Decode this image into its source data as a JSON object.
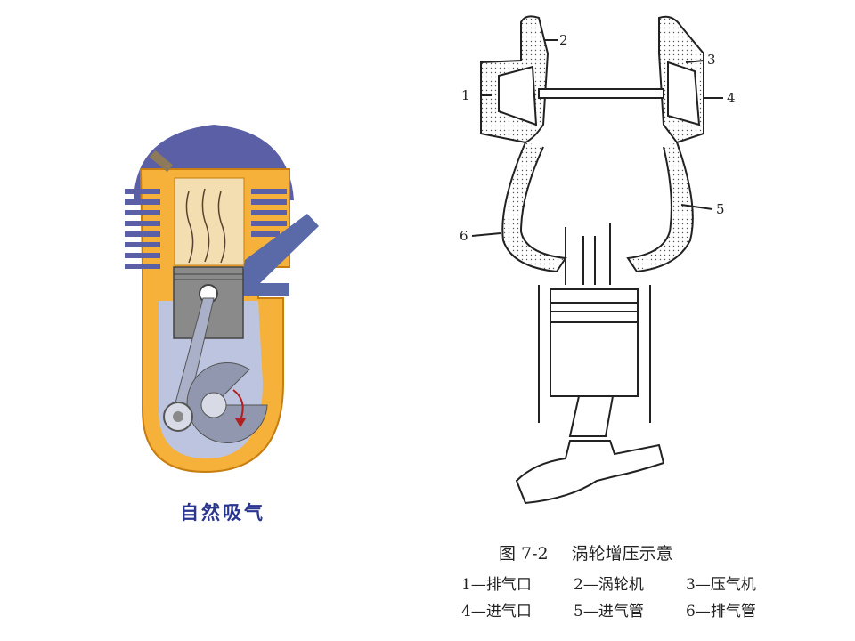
{
  "left": {
    "caption": "自然吸气",
    "colors": {
      "block": "#f5b13a",
      "cylinder_head": "#5b5fa5",
      "intake_pipe": "#5a6aa8",
      "chamber": "#f2deb0",
      "piston": "#8a8a8a",
      "crankcase": "#bcc4df",
      "arrow": "#b02020"
    }
  },
  "right": {
    "figure_number": "图 7-2",
    "figure_title": "涡轮增压示意",
    "callouts": [
      "1",
      "2",
      "3",
      "4",
      "5",
      "6"
    ],
    "legend": [
      [
        "1—排气口",
        "2—涡轮机",
        "3—压气机"
      ],
      [
        "4—进气口",
        "5—进气管",
        "6—排气管"
      ]
    ]
  }
}
